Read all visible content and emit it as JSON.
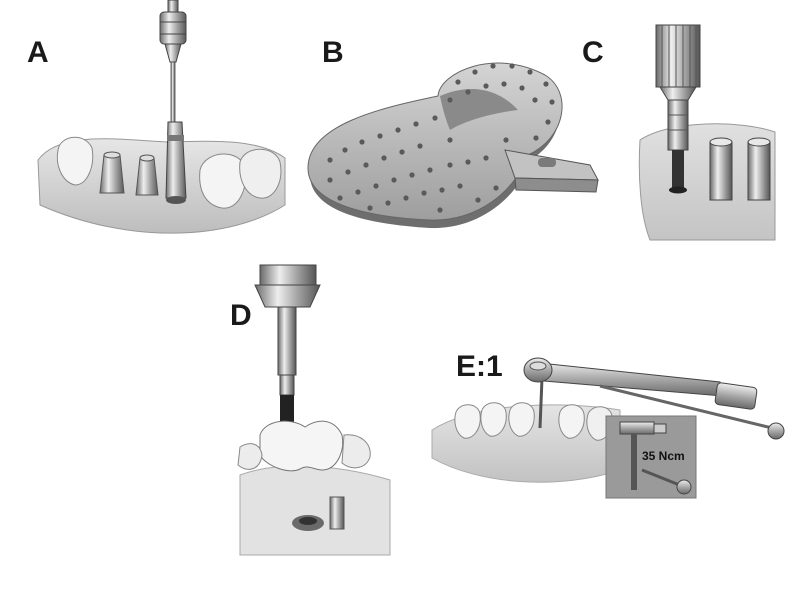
{
  "panels": [
    {
      "label": "A"
    },
    {
      "label": "B"
    },
    {
      "label": "C"
    },
    {
      "label": "D"
    },
    {
      "label": "E:1"
    }
  ],
  "inset": {
    "torque_text": "35 Ncm"
  },
  "colors": {
    "metal": "#c9c9c9",
    "metal_dark": "#7f7f7f",
    "gum": "#d8d8d8",
    "tooth": "#f2f2f2",
    "tray": "#b9b9b9",
    "inset_bg": "#9a9a9a"
  }
}
